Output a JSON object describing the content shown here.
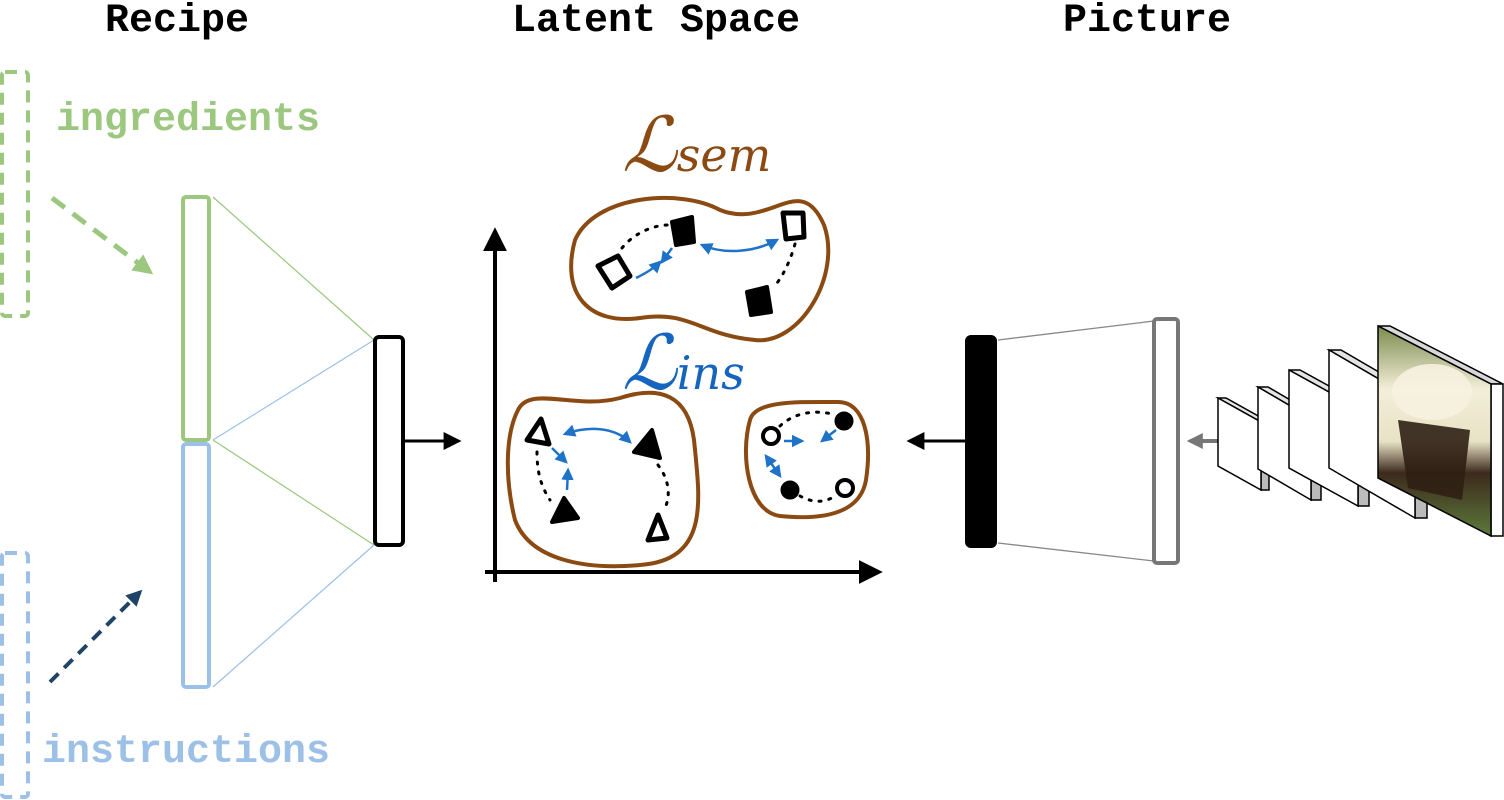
{
  "headers": {
    "recipe": "Recipe",
    "latent_space": "Latent Space",
    "picture": "Picture"
  },
  "recipe_inputs": {
    "ingredients": "ingredients",
    "instructions": "instructions"
  },
  "losses": {
    "semantic": {
      "symbol": "ℒ",
      "subscript": "sem"
    },
    "instance": {
      "symbol": "ℒ",
      "subscript": "ins"
    }
  },
  "colors": {
    "ingredients": "#9bc77f",
    "instructions": "#9cc0e6",
    "instructions_arrow": "#1f4466",
    "semantic_loss": "#8b4a12",
    "instance_loss": "#1565c0",
    "cluster_outline": "#8b4a12",
    "pair_arrow": "#1e73c8",
    "cnn_gray": "#777777"
  },
  "icons": {
    "picture": "cupcake-photo",
    "clusters": [
      "square-cluster",
      "triangle-cluster",
      "circle-cluster"
    ]
  }
}
